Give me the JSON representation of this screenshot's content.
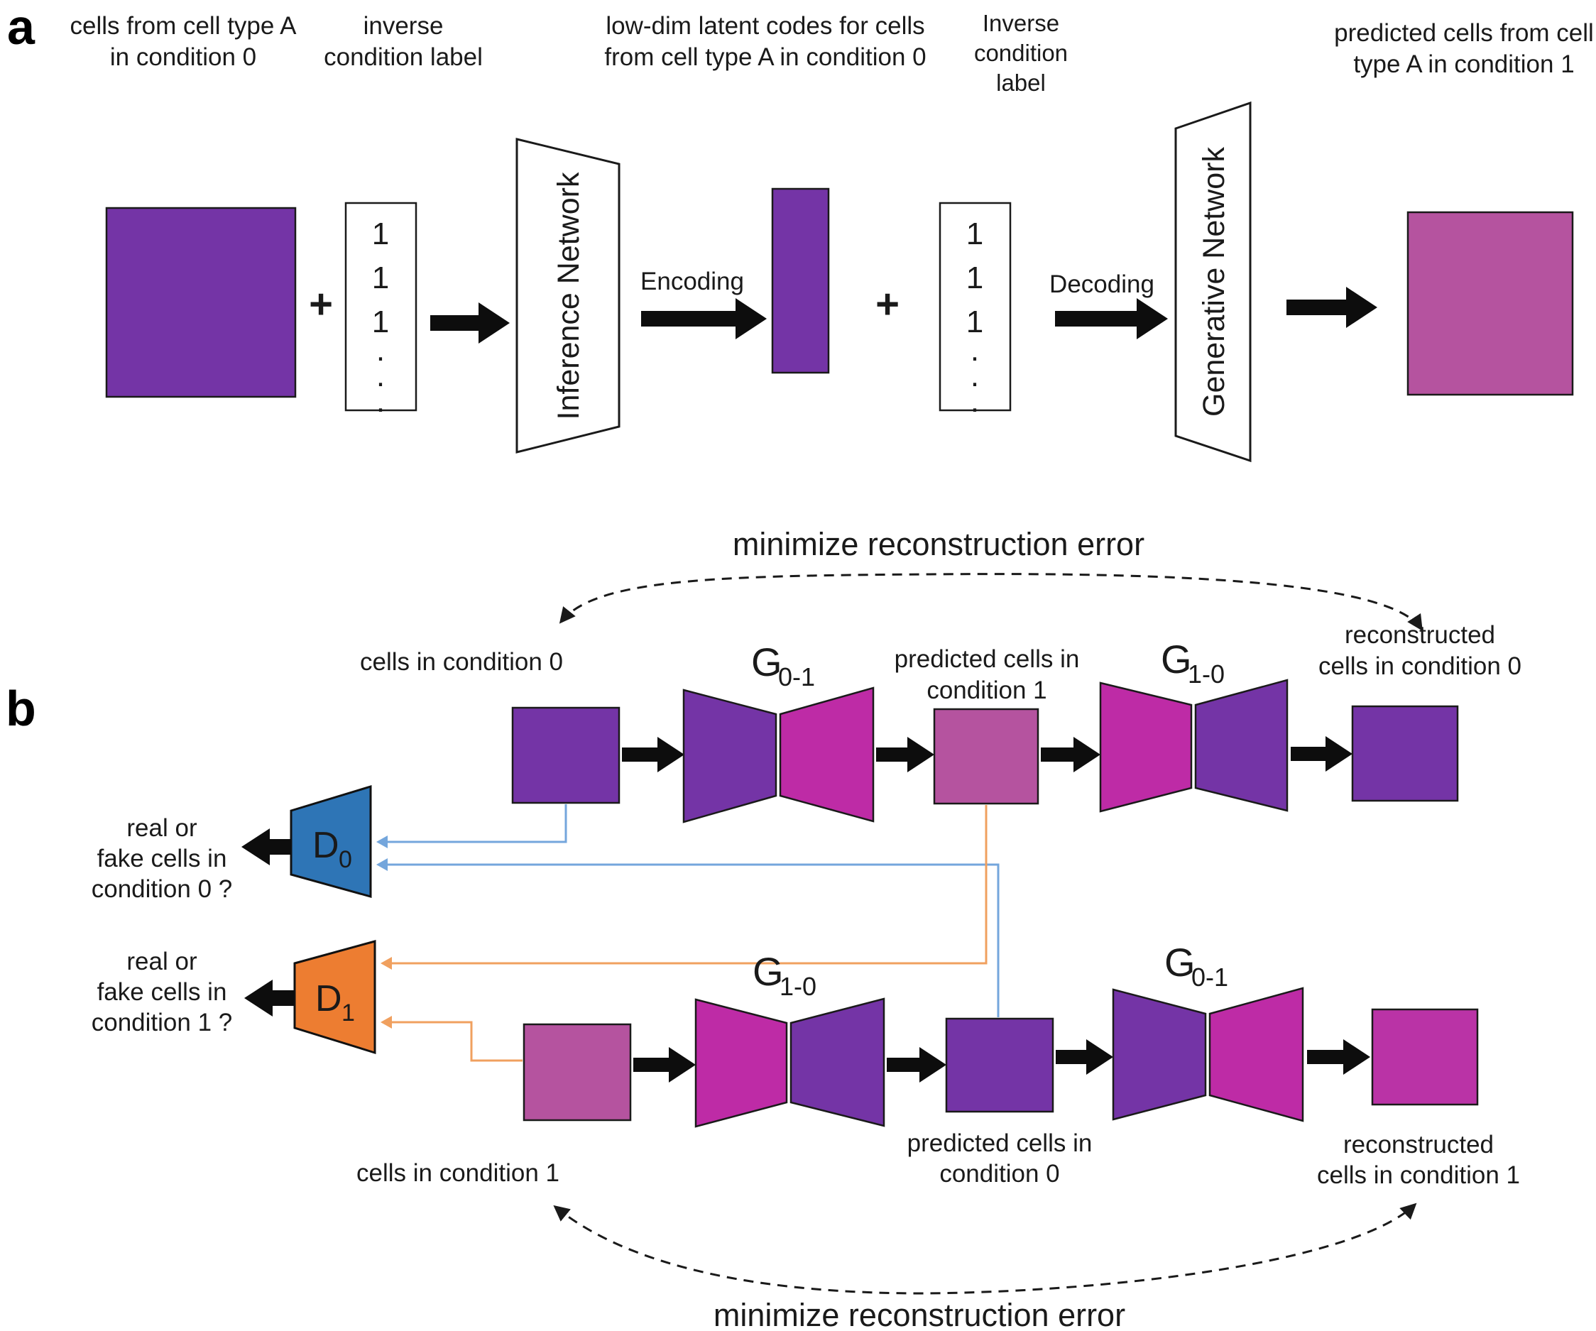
{
  "panel_a": {
    "label": "a",
    "caption_cells_type_a": [
      "cells  from cell type A",
      "in condition 0"
    ],
    "caption_inverse_label": [
      "inverse",
      "condition label"
    ],
    "caption_latent": [
      "low-dim latent codes for cells",
      "from cell type A in condition 0"
    ],
    "caption_inverse_label_2": [
      "Inverse",
      "condition",
      "label"
    ],
    "caption_predicted": [
      "predicted cells  from cell",
      "type A in condition 1"
    ],
    "plus": "+",
    "ones": [
      "1",
      "1",
      "1",
      ".",
      ".",
      "."
    ],
    "inference_network": "Inference Network",
    "generative_network": "Generative Network",
    "encoding": "Encoding",
    "decoding": "Decoding"
  },
  "panel_b": {
    "label": "b",
    "minimize_top": "minimize reconstruction error",
    "minimize_bottom": "minimize reconstruction error",
    "g01": {
      "base": "G",
      "sub": "0-1"
    },
    "g10": {
      "base": "G",
      "sub": "1-0"
    },
    "d0": {
      "base": "D",
      "sub": "0"
    },
    "d1": {
      "base": "D",
      "sub": "1"
    },
    "cells_cond0": "cells  in condition 0",
    "predicted_cond1": [
      "predicted cells in",
      "condition 1"
    ],
    "reconstructed_cond0": [
      "reconstructed",
      "cells  in condition 0"
    ],
    "cells_cond1": "cells  in condition 1",
    "predicted_cond0": [
      "predicted cells  in",
      "condition 0"
    ],
    "reconstructed_cond1": [
      "reconstructed",
      "cells  in condition 1"
    ],
    "real_or_fake_0": [
      "real or",
      "fake  cells in",
      "condition   0 ?"
    ],
    "real_or_fake_1": [
      "real or",
      "fake  cells in",
      "condition  1 ?"
    ]
  },
  "colors": {
    "purple": "#7434A6",
    "magenta": "#BE2BA6",
    "light_magenta": "#B5539F",
    "reconstructed_magenta": "#BA33A6",
    "discriminator_blue": "#2E75B6",
    "discriminator_orange": "#ED7D31",
    "connector_blue": "#74A6DC",
    "connector_orange": "#F0A05F"
  }
}
